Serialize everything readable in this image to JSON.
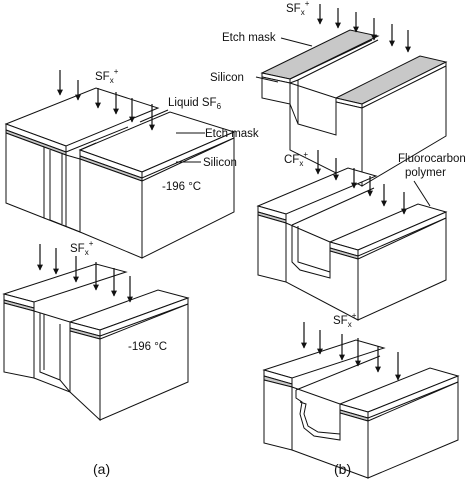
{
  "panel_a": {
    "caption": "(a)",
    "step1": {
      "ion": "SF",
      "ion_sub": "x",
      "ion_sup": "+",
      "liquid_label": "Liquid SF",
      "liquid_sub": "6",
      "mask_label": "Etch mask",
      "silicon_label": "Silicon",
      "temperature": "-196 °C"
    },
    "step2": {
      "ion": "SF",
      "ion_sub": "x",
      "ion_sup": "+",
      "temperature": "-196 °C"
    }
  },
  "panel_b": {
    "caption": "(b)",
    "step1": {
      "ion": "SF",
      "ion_sub": "x",
      "ion_sup": "+",
      "mask_label": "Etch mask",
      "silicon_label": "Silicon"
    },
    "step2": {
      "ion": "CF",
      "ion_sub": "x",
      "ion_sup": "+",
      "polymer_label_1": "Fluorocarbon",
      "polymer_label_2": "polymer"
    },
    "step3": {
      "ion": "SF",
      "ion_sub": "x",
      "ion_sup": "+"
    }
  }
}
